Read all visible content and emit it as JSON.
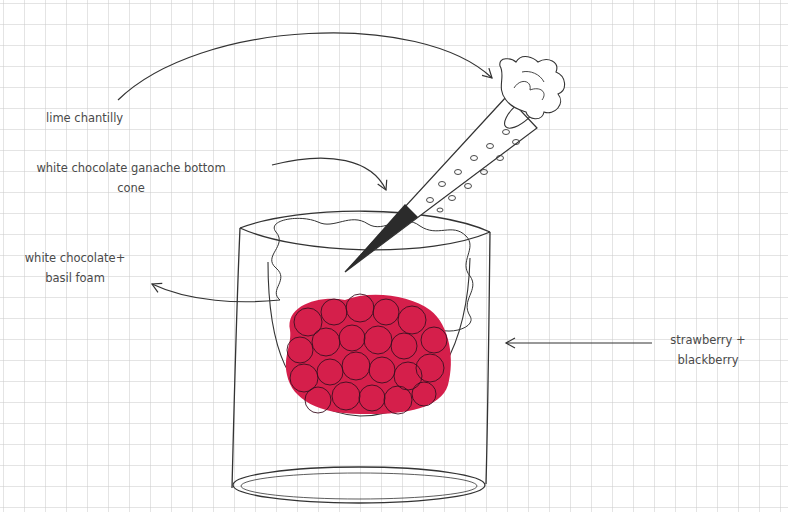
{
  "diagram": {
    "labels": [
      "lime chantilly",
      "white chocolate ganache bottom cone",
      "white chocolate+ basil foam",
      "strawberry + blackberry"
    ]
  }
}
